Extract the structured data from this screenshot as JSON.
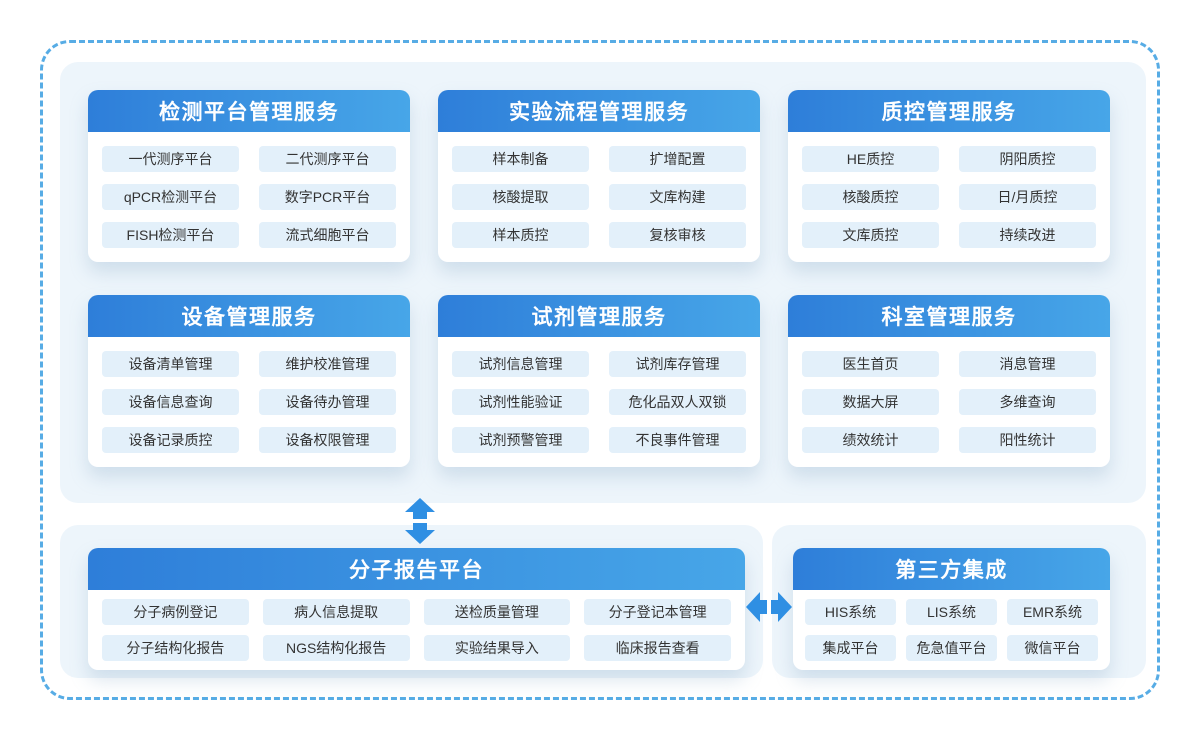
{
  "colors": {
    "header_gradient_left": "#2e7ed9",
    "header_gradient_right": "#47a6e8",
    "panel_bg": "#edf5fb",
    "pill_bg": "#e3f0fa",
    "pill_text": "#333333",
    "dashed_border": "#57ace5",
    "arrow": "#2f8fe3",
    "header_text": "#ffffff"
  },
  "service_cards": [
    {
      "title": "检测平台管理服务",
      "items": [
        "一代测序平台",
        "二代测序平台",
        "qPCR检测平台",
        "数字PCR平台",
        "FISH检测平台",
        "流式细胞平台"
      ]
    },
    {
      "title": "实验流程管理服务",
      "items": [
        "样本制备",
        "扩增配置",
        "核酸提取",
        "文库构建",
        "样本质控",
        "复核审核"
      ]
    },
    {
      "title": "质控管理服务",
      "items": [
        "HE质控",
        "阴阳质控",
        "核酸质控",
        "日/月质控",
        "文库质控",
        "持续改进"
      ]
    },
    {
      "title": "设备管理服务",
      "items": [
        "设备清单管理",
        "维护校准管理",
        "设备信息查询",
        "设备待办管理",
        "设备记录质控",
        "设备权限管理"
      ]
    },
    {
      "title": "试剂管理服务",
      "items": [
        "试剂信息管理",
        "试剂库存管理",
        "试剂性能验证",
        "危化品双人双锁",
        "试剂预警管理",
        "不良事件管理"
      ]
    },
    {
      "title": "科室管理服务",
      "items": [
        "医生首页",
        "消息管理",
        "数据大屏",
        "多维查询",
        "绩效统计",
        "阳性统计"
      ]
    }
  ],
  "report_platform": {
    "title": "分子报告平台",
    "items": [
      "分子病例登记",
      "病人信息提取",
      "送检质量管理",
      "分子登记本管理",
      "分子结构化报告",
      "NGS结构化报告",
      "实验结果导入",
      "临床报告查看"
    ]
  },
  "third_party": {
    "title": "第三方集成",
    "items": [
      "HIS系统",
      "LIS系统",
      "EMR系统",
      "集成平台",
      "危急值平台",
      "微信平台"
    ]
  },
  "icons": {
    "vertical_arrow": "bidirectional-vertical-arrow",
    "horizontal_arrow": "bidirectional-horizontal-arrow"
  }
}
